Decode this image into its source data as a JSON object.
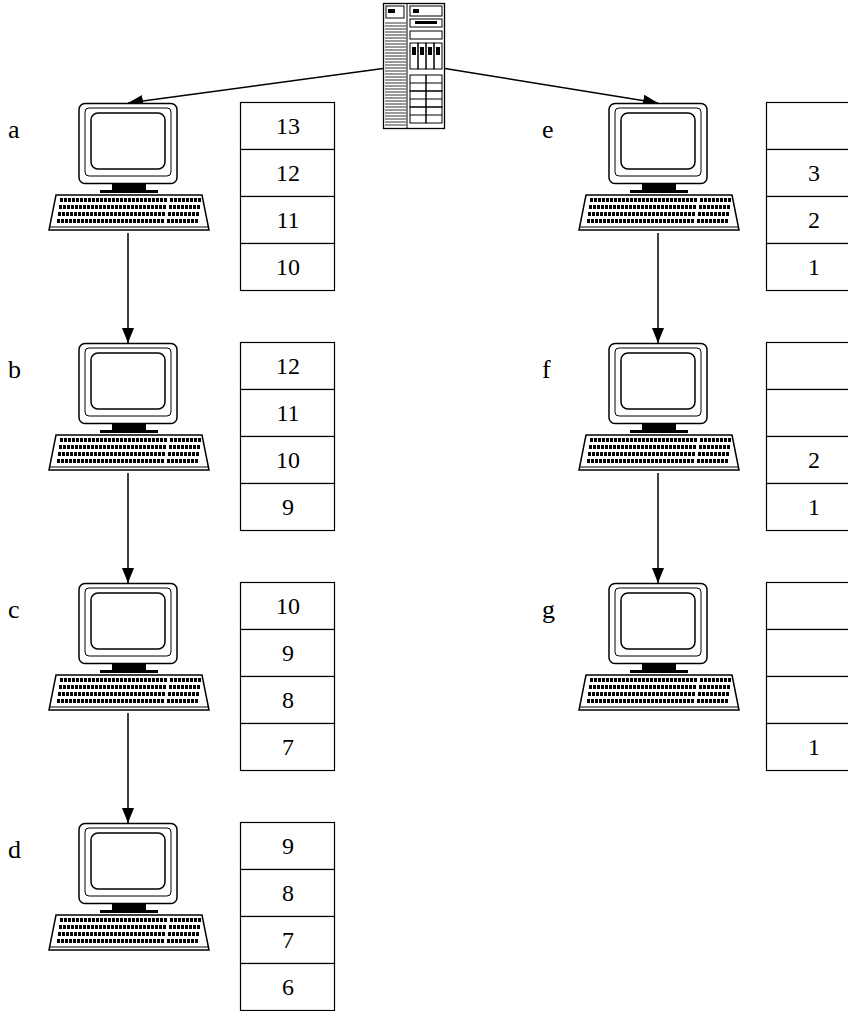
{
  "diagram": {
    "nodes": [
      {
        "text": []
      },
      {
        "text": [
          "a"
        ]
      },
      {
        "text": [
          "b"
        ]
      },
      {
        "text": [
          "c"
        ]
      },
      {
        "text": [
          "d"
        ]
      },
      {
        "text": [
          "e"
        ]
      },
      {
        "text": [
          "f"
        ]
      },
      {
        "text": [
          "g"
        ]
      }
    ],
    "edges": [
      {
        "from": 0,
        "to": 1,
        "arrow": "to"
      },
      {
        "from": 0,
        "to": 5,
        "arrow": "to"
      },
      {
        "from": 1,
        "to": 2,
        "arrow": "to"
      },
      {
        "from": 2,
        "to": 3,
        "arrow": "to"
      },
      {
        "from": 3,
        "to": 4,
        "arrow": "to"
      },
      {
        "from": 5,
        "to": 6,
        "arrow": "to"
      },
      {
        "from": 6,
        "to": 7,
        "arrow": "to"
      }
    ],
    "labels": [
      "13",
      "12",
      "11",
      "10",
      "12",
      "11",
      "10",
      "9",
      "10",
      "9",
      "8",
      "7",
      "9",
      "8",
      "7",
      "6",
      "3",
      "2",
      "1",
      "2",
      "1",
      "1"
    ]
  }
}
